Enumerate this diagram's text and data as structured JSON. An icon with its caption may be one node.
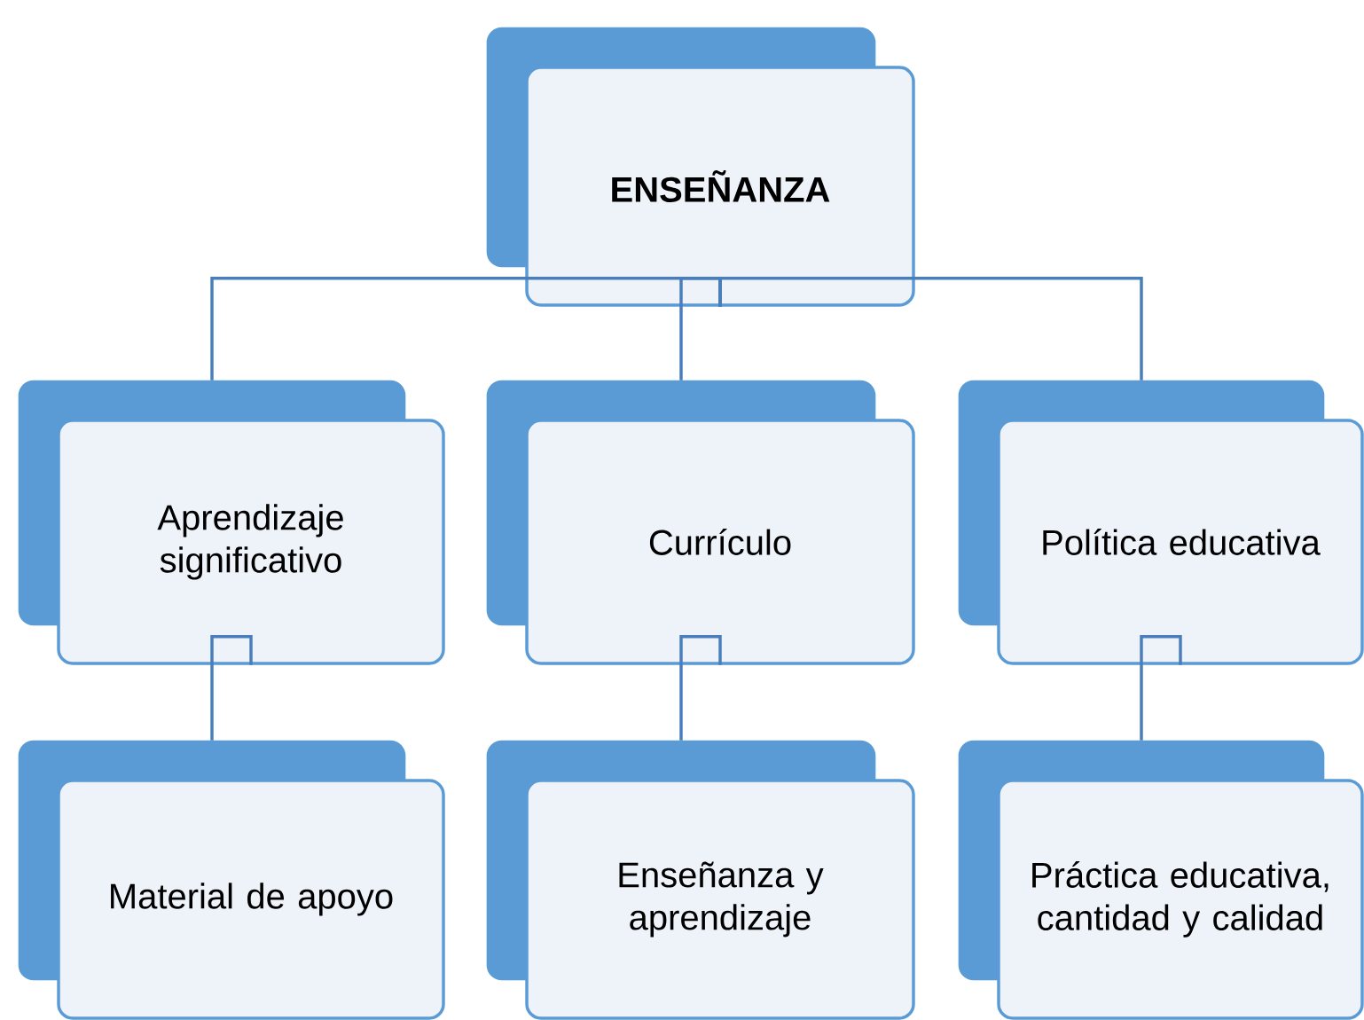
{
  "diagram": {
    "nodes": [
      {
        "text": [
          "ENSEÑANZA"
        ]
      },
      {
        "text": [
          "Aprendizaje significativo"
        ]
      },
      {
        "text": [
          "Currículo"
        ]
      },
      {
        "text": [
          "Política educativa"
        ]
      },
      {
        "text": [
          "Material de apoyo"
        ]
      },
      {
        "text": [
          "Enseñanza y aprendizaje"
        ]
      },
      {
        "text": [
          "Práctica educativa, cantidad y calidad"
        ]
      }
    ],
    "edges": [
      {
        "from": 0,
        "to": 1,
        "arrow": "none"
      },
      {
        "from": 0,
        "to": 2,
        "arrow": "none"
      },
      {
        "from": 0,
        "to": 3,
        "arrow": "none"
      },
      {
        "from": 1,
        "to": 4,
        "arrow": "none"
      },
      {
        "from": 2,
        "to": 5,
        "arrow": "none"
      },
      {
        "from": 3,
        "to": 6,
        "arrow": "none"
      }
    ]
  }
}
